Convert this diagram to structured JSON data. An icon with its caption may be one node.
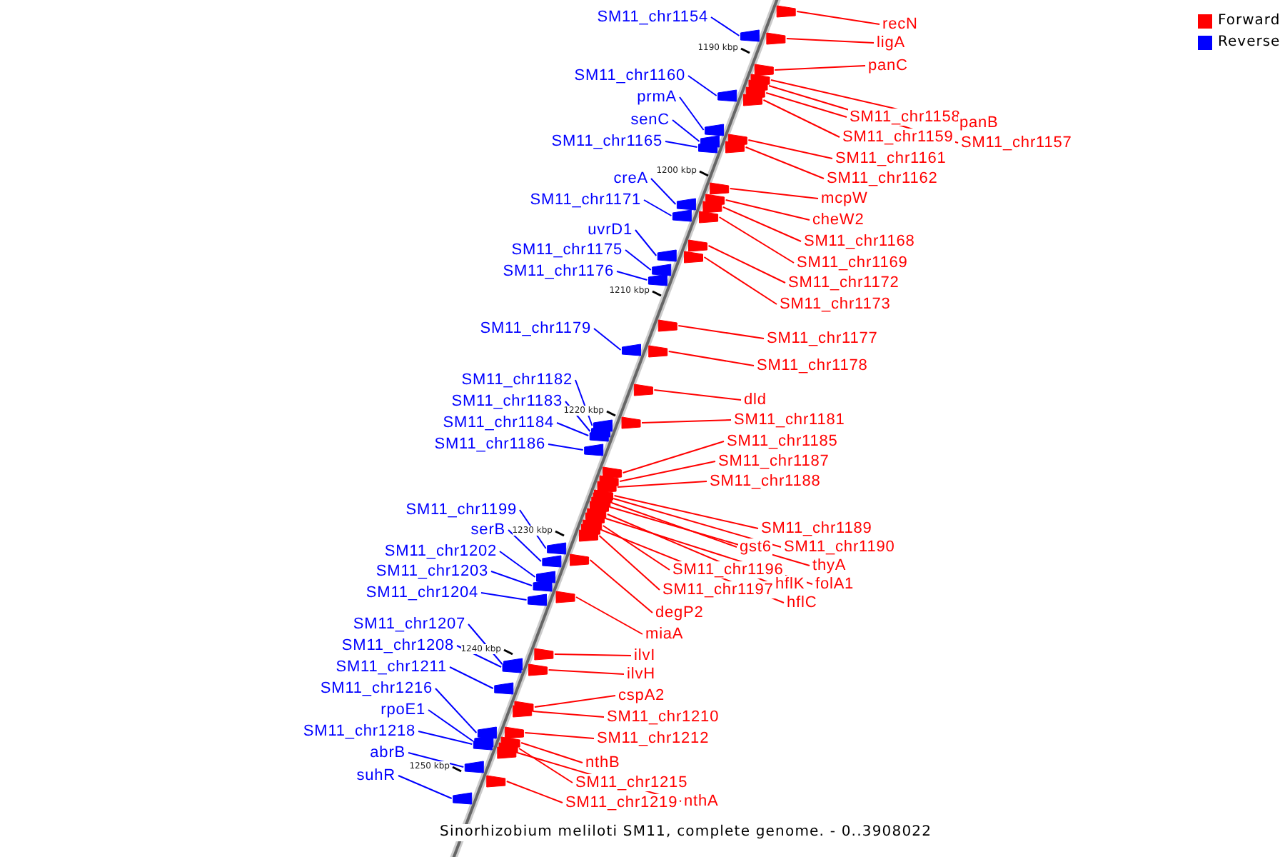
{
  "diagram": {
    "caption": "Sinorhizobium meliloti SM11, complete genome. - 0..3908022",
    "nodes": [
      {
        "text": [
          "SM11_chr1154"
        ]
      },
      {
        "text": [
          "recN"
        ]
      },
      {
        "text": [
          "ligA"
        ]
      },
      {
        "text": [
          "panC"
        ]
      },
      {
        "text": [
          "SM11_chr1160"
        ]
      },
      {
        "text": [
          "prmA"
        ]
      },
      {
        "text": [
          "SM11_chr1158"
        ]
      },
      {
        "text": [
          "senC"
        ]
      },
      {
        "text": [
          "panB"
        ]
      },
      {
        "text": [
          "SM11_chr1159"
        ]
      },
      {
        "text": [
          "SM11_chr1165"
        ]
      },
      {
        "text": [
          "SM11_chr1157"
        ]
      },
      {
        "text": [
          "SM11_chr1161"
        ]
      },
      {
        "text": [
          "creA"
        ]
      },
      {
        "text": [
          "SM11_chr1162"
        ]
      },
      {
        "text": [
          "mcpW"
        ]
      },
      {
        "text": [
          "SM11_chr1171"
        ]
      },
      {
        "text": [
          "cheW2"
        ]
      },
      {
        "text": [
          "uvrD1"
        ]
      },
      {
        "text": [
          "SM11_chr1168"
        ]
      },
      {
        "text": [
          "SM11_chr1175"
        ]
      },
      {
        "text": [
          "SM11_chr1169"
        ]
      },
      {
        "text": [
          "SM11_chr1176"
        ]
      },
      {
        "text": [
          "SM11_chr1172"
        ]
      },
      {
        "text": [
          "SM11_chr1173"
        ]
      },
      {
        "text": [
          "SM11_chr1179"
        ]
      },
      {
        "text": [
          "SM11_chr1177"
        ]
      },
      {
        "text": [
          "SM11_chr1178"
        ]
      },
      {
        "text": [
          "SM11_chr1182"
        ]
      },
      {
        "text": [
          "dld"
        ]
      },
      {
        "text": [
          "SM11_chr1183"
        ]
      },
      {
        "text": [
          "SM11_chr1181"
        ]
      },
      {
        "text": [
          "SM11_chr1184"
        ]
      },
      {
        "text": [
          "SM11_chr1185"
        ]
      },
      {
        "text": [
          "SM11_chr1186"
        ]
      },
      {
        "text": [
          "SM11_chr1187"
        ]
      },
      {
        "text": [
          "SM11_chr1188"
        ]
      },
      {
        "text": [
          "SM11_chr1199"
        ]
      },
      {
        "text": [
          "SM11_chr1189"
        ]
      },
      {
        "text": [
          "serB"
        ]
      },
      {
        "text": [
          "gst6"
        ]
      },
      {
        "text": [
          "SM11_chr1190"
        ]
      },
      {
        "text": [
          "SM11_chr1202"
        ]
      },
      {
        "text": [
          "thyA"
        ]
      },
      {
        "text": [
          "SM11_chr1196"
        ]
      },
      {
        "text": [
          "SM11_chr1203"
        ]
      },
      {
        "text": [
          "hflK"
        ]
      },
      {
        "text": [
          "folA1"
        ]
      },
      {
        "text": [
          "SM11_chr1197"
        ]
      },
      {
        "text": [
          "SM11_chr1204"
        ]
      },
      {
        "text": [
          "hflC"
        ]
      },
      {
        "text": [
          "degP2"
        ]
      },
      {
        "text": [
          "SM11_chr1207"
        ]
      },
      {
        "text": [
          "miaA"
        ]
      },
      {
        "text": [
          "SM11_chr1208"
        ]
      },
      {
        "text": [
          "ilvI"
        ]
      },
      {
        "text": [
          "SM11_chr1211"
        ]
      },
      {
        "text": [
          "ilvH"
        ]
      },
      {
        "text": [
          "SM11_chr1216"
        ]
      },
      {
        "text": [
          "cspA2"
        ]
      },
      {
        "text": [
          "rpoE1"
        ]
      },
      {
        "text": [
          "SM11_chr1210"
        ]
      },
      {
        "text": [
          "SM11_chr1218"
        ]
      },
      {
        "text": [
          "SM11_chr1212"
        ]
      },
      {
        "text": [
          "abrB"
        ]
      },
      {
        "text": [
          "nthB"
        ]
      },
      {
        "text": [
          "suhR"
        ]
      },
      {
        "text": [
          "SM11_chr1215"
        ]
      },
      {
        "text": [
          "nthA"
        ]
      },
      {
        "text": [
          "SM11_chr1219"
        ]
      },
      {
        "text": [],
        "shape": "arrow"
      },
      {
        "text": [],
        "shape": "arrow"
      },
      {
        "text": [],
        "shape": "arrow"
      },
      {
        "text": [],
        "shape": "arrow"
      },
      {
        "text": [],
        "shape": "arrow"
      },
      {
        "text": [],
        "shape": "arrow"
      },
      {
        "text": [],
        "shape": "arrow"
      },
      {
        "text": [],
        "shape": "arrow"
      },
      {
        "text": [],
        "shape": "arrow"
      },
      {
        "text": [],
        "shape": "arrow"
      },
      {
        "text": [],
        "shape": "arrow"
      },
      {
        "text": [],
        "shape": "arrow"
      },
      {
        "text": [],
        "shape": "arrow"
      },
      {
        "text": [],
        "shape": "arrow"
      },
      {
        "text": [],
        "shape": "arrow"
      },
      {
        "text": [],
        "shape": "arrow"
      },
      {
        "text": [],
        "shape": "arrow"
      },
      {
        "text": [],
        "shape": "arrow"
      },
      {
        "text": [],
        "shape": "arrow"
      },
      {
        "text": [],
        "shape": "arrow"
      },
      {
        "text": [],
        "shape": "arrow"
      },
      {
        "text": [],
        "shape": "arrow"
      },
      {
        "text": [],
        "shape": "arrow"
      },
      {
        "text": [],
        "shape": "arrow"
      },
      {
        "text": [],
        "shape": "arrow"
      },
      {
        "text": [],
        "shape": "arrow"
      },
      {
        "text": [],
        "shape": "arrow"
      },
      {
        "text": [],
        "shape": "arrow"
      },
      {
        "text": [],
        "shape": "arrow"
      },
      {
        "text": [],
        "shape": "arrow"
      },
      {
        "text": [],
        "shape": "arrow"
      },
      {
        "text": [],
        "shape": "arrow"
      },
      {
        "text": [],
        "shape": "arrow"
      },
      {
        "text": [],
        "shape": "arrow"
      },
      {
        "text": [],
        "shape": "arrow"
      },
      {
        "text": [],
        "shape": "arrow"
      },
      {
        "text": [],
        "shape": "arrow"
      },
      {
        "text": [],
        "shape": "arrow"
      },
      {
        "text": [],
        "shape": "arrow"
      },
      {
        "text": [],
        "shape": "arrow"
      },
      {
        "text": [],
        "shape": "arrow"
      },
      {
        "text": [],
        "shape": "arrow"
      },
      {
        "text": [],
        "shape": "arrow"
      },
      {
        "text": [],
        "shape": "arrow"
      },
      {
        "text": [],
        "shape": "arrow"
      },
      {
        "text": [],
        "shape": "arrow"
      },
      {
        "text": [],
        "shape": "arrow"
      },
      {
        "text": [],
        "shape": "arrow"
      },
      {
        "text": [],
        "shape": "arrow"
      },
      {
        "text": [],
        "shape": "arrow"
      },
      {
        "text": [],
        "shape": "arrow"
      },
      {
        "text": [],
        "shape": "arrow"
      },
      {
        "text": [],
        "shape": "arrow"
      },
      {
        "text": [],
        "shape": "arrow"
      },
      {
        "text": [],
        "shape": "arrow"
      },
      {
        "text": [],
        "shape": "arrow"
      },
      {
        "text": [],
        "shape": "arrow"
      },
      {
        "text": [],
        "shape": "arrow"
      },
      {
        "text": [],
        "shape": "arrow"
      },
      {
        "text": [],
        "shape": "arrow"
      },
      {
        "text": [],
        "shape": "arrow"
      },
      {
        "text": [],
        "shape": "arrow"
      },
      {
        "text": [],
        "shape": "arrow"
      },
      {
        "text": [],
        "shape": "arrow"
      },
      {
        "text": [],
        "shape": "arrow"
      },
      {
        "text": [],
        "shape": "arrow"
      },
      {
        "text": [],
        "shape": "arrow"
      },
      {
        "text": [],
        "shape": "arrow"
      },
      {
        "text": [],
        "shape": "arrow"
      },
      {
        "text": [],
        "shape": "arrow"
      }
    ],
    "edges": [
      {
        "from": 0,
        "to": 70,
        "arrow": "none",
        "color": "#0000ff"
      },
      {
        "from": 1,
        "to": 71,
        "arrow": "none"
      },
      {
        "from": 2,
        "to": 72,
        "arrow": "none"
      },
      {
        "from": 3,
        "to": 73,
        "arrow": "none"
      },
      {
        "from": 4,
        "to": 74,
        "arrow": "none",
        "color": "#0000ff"
      },
      {
        "from": 5,
        "to": 75,
        "arrow": "none",
        "color": "#0000ff"
      },
      {
        "from": 6,
        "to": 76,
        "arrow": "none"
      },
      {
        "from": 7,
        "to": 77,
        "arrow": "none",
        "color": "#0000ff"
      },
      {
        "from": 8,
        "to": 78,
        "arrow": "none"
      },
      {
        "from": 9,
        "to": 79,
        "arrow": "none"
      },
      {
        "from": 10,
        "to": 80,
        "arrow": "none",
        "color": "#0000ff"
      },
      {
        "from": 11,
        "to": 81,
        "arrow": "none"
      },
      {
        "from": 12,
        "to": 82,
        "arrow": "none"
      },
      {
        "from": 13,
        "to": 83,
        "arrow": "none",
        "color": "#0000ff"
      },
      {
        "from": 14,
        "to": 84,
        "arrow": "none"
      },
      {
        "from": 15,
        "to": 85,
        "arrow": "none"
      },
      {
        "from": 16,
        "to": 86,
        "arrow": "none",
        "color": "#0000ff"
      },
      {
        "from": 17,
        "to": 87,
        "arrow": "none"
      },
      {
        "from": 18,
        "to": 88,
        "arrow": "none",
        "color": "#0000ff"
      },
      {
        "from": 19,
        "to": 89,
        "arrow": "none"
      },
      {
        "from": 20,
        "to": 90,
        "arrow": "none",
        "color": "#0000ff"
      },
      {
        "from": 21,
        "to": 91,
        "arrow": "none"
      },
      {
        "from": 22,
        "to": 92,
        "arrow": "none",
        "color": "#0000ff"
      },
      {
        "from": 23,
        "to": 93,
        "arrow": "none"
      },
      {
        "from": 24,
        "to": 94,
        "arrow": "none"
      },
      {
        "from": 25,
        "to": 95,
        "arrow": "none",
        "color": "#0000ff"
      },
      {
        "from": 26,
        "to": 96,
        "arrow": "none"
      },
      {
        "from": 27,
        "to": 97,
        "arrow": "none"
      },
      {
        "from": 28,
        "to": 98,
        "arrow": "none",
        "color": "#0000ff"
      },
      {
        "from": 29,
        "to": 99,
        "arrow": "none"
      },
      {
        "from": 30,
        "to": 100,
        "arrow": "none",
        "color": "#0000ff"
      },
      {
        "from": 31,
        "to": 101,
        "arrow": "none"
      },
      {
        "from": 32,
        "to": 102,
        "arrow": "none",
        "color": "#0000ff"
      },
      {
        "from": 33,
        "to": 103,
        "arrow": "none"
      },
      {
        "from": 34,
        "to": 104,
        "arrow": "none",
        "color": "#0000ff"
      },
      {
        "from": 35,
        "to": 105,
        "arrow": "none"
      },
      {
        "from": 36,
        "to": 106,
        "arrow": "none"
      },
      {
        "from": 37,
        "to": 107,
        "arrow": "none",
        "color": "#0000ff"
      },
      {
        "from": 38,
        "to": 108,
        "arrow": "none"
      },
      {
        "from": 39,
        "to": 109,
        "arrow": "none",
        "color": "#0000ff"
      },
      {
        "from": 40,
        "to": 110,
        "arrow": "none"
      },
      {
        "from": 41,
        "to": 111,
        "arrow": "none"
      },
      {
        "from": 42,
        "to": 112,
        "arrow": "none",
        "color": "#0000ff"
      },
      {
        "from": 43,
        "to": 113,
        "arrow": "none"
      },
      {
        "from": 44,
        "to": 114,
        "arrow": "none"
      },
      {
        "from": 45,
        "to": 115,
        "arrow": "none",
        "color": "#0000ff"
      },
      {
        "from": 46,
        "to": 116,
        "arrow": "none"
      },
      {
        "from": 47,
        "to": 117,
        "arrow": "none"
      },
      {
        "from": 48,
        "to": 118,
        "arrow": "none"
      },
      {
        "from": 49,
        "to": 119,
        "arrow": "none",
        "color": "#0000ff"
      },
      {
        "from": 50,
        "to": 120,
        "arrow": "none"
      },
      {
        "from": 51,
        "to": 121,
        "arrow": "none"
      },
      {
        "from": 52,
        "to": 122,
        "arrow": "none",
        "color": "#0000ff"
      },
      {
        "from": 53,
        "to": 123,
        "arrow": "none"
      },
      {
        "from": 54,
        "to": 124,
        "arrow": "none",
        "color": "#0000ff"
      },
      {
        "from": 55,
        "to": 125,
        "arrow": "none"
      },
      {
        "from": 56,
        "to": 126,
        "arrow": "none",
        "color": "#0000ff"
      },
      {
        "from": 57,
        "to": 127,
        "arrow": "none"
      },
      {
        "from": 58,
        "to": 128,
        "arrow": "none",
        "color": "#0000ff"
      },
      {
        "from": 59,
        "to": 129,
        "arrow": "none"
      },
      {
        "from": 60,
        "to": 130,
        "arrow": "none",
        "color": "#0000ff"
      },
      {
        "from": 61,
        "to": 131,
        "arrow": "none"
      },
      {
        "from": 62,
        "to": 132,
        "arrow": "none",
        "color": "#0000ff"
      },
      {
        "from": 63,
        "to": 133,
        "arrow": "none"
      },
      {
        "from": 64,
        "to": 134,
        "arrow": "none",
        "color": "#0000ff"
      },
      {
        "from": 65,
        "to": 135,
        "arrow": "none"
      },
      {
        "from": 66,
        "to": 136,
        "arrow": "none",
        "color": "#0000ff"
      },
      {
        "from": 67,
        "to": 137,
        "arrow": "none"
      },
      {
        "from": 68,
        "to": 138,
        "arrow": "none"
      },
      {
        "from": 69,
        "to": 139,
        "arrow": "none"
      }
    ],
    "labels": [
      "1190 kbp",
      "1200 kbp",
      "1210 kbp",
      "1220 kbp",
      "1230 kbp",
      "1240 kbp",
      "1250 kbp"
    ],
    "legend": [
      {
        "text": "Forward",
        "color": "#ff0000"
      },
      {
        "text": "Reverse",
        "color": "#0000ff"
      }
    ]
  }
}
